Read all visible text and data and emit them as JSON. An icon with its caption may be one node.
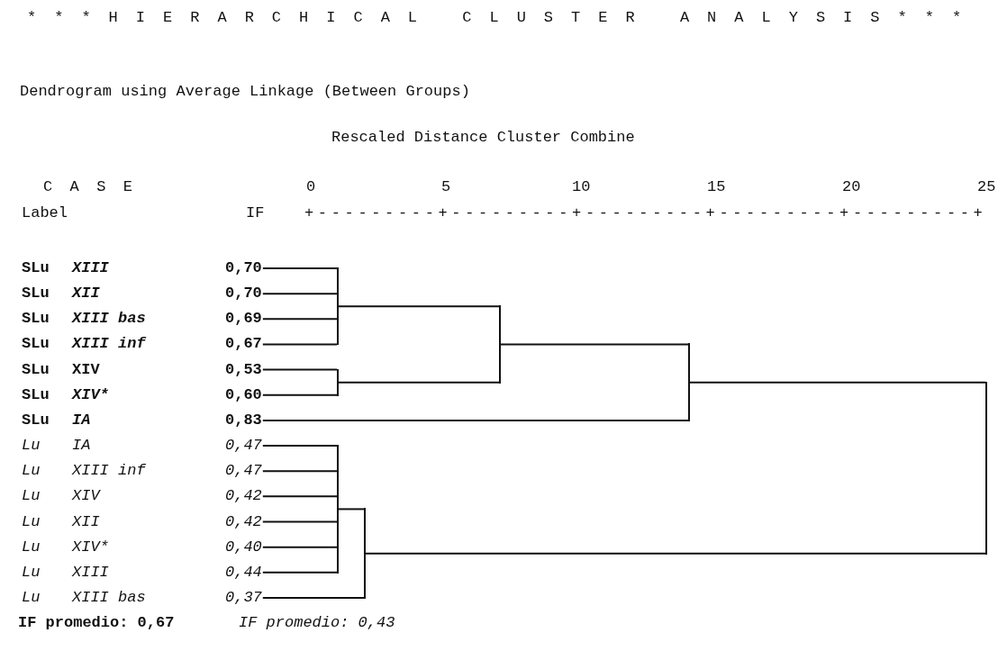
{
  "diagram": {
    "title": "* * * H I E R A R C H I C A L   C L U S T E R   A N A L Y S I S * * *",
    "nodes": [
      {
        "text": [
          "SLu",
          "XIII",
          "0,70"
        ]
      },
      {
        "text": [
          "SLu",
          "XII",
          "0,70"
        ]
      },
      {
        "text": [
          "SLu",
          "XIII bas",
          "0,69"
        ]
      },
      {
        "text": [
          "SLu",
          "XIII inf",
          "0,67"
        ]
      },
      {
        "text": [
          "SLu",
          "XIV",
          "0,53"
        ]
      },
      {
        "text": [
          "SLu",
          "XIV*",
          "0,60"
        ]
      },
      {
        "text": [
          "SLu",
          "IA",
          "0,83"
        ]
      },
      {
        "text": [
          "Lu",
          "IA",
          "0,47"
        ]
      },
      {
        "text": [
          "Lu",
          "XIII inf",
          "0,47"
        ]
      },
      {
        "text": [
          "Lu",
          "XIV",
          "0,42"
        ]
      },
      {
        "text": [
          "Lu",
          "XII",
          "0,42"
        ]
      },
      {
        "text": [
          "Lu",
          "XIV*",
          "0,40"
        ]
      },
      {
        "text": [
          "Lu",
          "XIII",
          "0,44"
        ]
      },
      {
        "text": [
          "Lu",
          "XIII bas",
          "0,37"
        ]
      },
      {
        "text": [],
        "shape": "bar"
      },
      {
        "text": [],
        "shape": "bar"
      },
      {
        "text": [],
        "shape": "bar"
      },
      {
        "text": [],
        "shape": "bar"
      },
      {
        "text": [],
        "shape": "bar"
      },
      {
        "text": [],
        "shape": "bar"
      },
      {
        "text": [],
        "shape": "bar"
      }
    ],
    "edges": [
      {
        "from": 0,
        "to": 14,
        "arrow": "none"
      },
      {
        "from": 1,
        "to": 14,
        "arrow": "none"
      },
      {
        "from": 2,
        "to": 14,
        "arrow": "none"
      },
      {
        "from": 3,
        "to": 14,
        "arrow": "none"
      },
      {
        "from": 4,
        "to": 15,
        "arrow": "none"
      },
      {
        "from": 5,
        "to": 15,
        "arrow": "none"
      },
      {
        "from": 14,
        "to": 16,
        "arrow": "none"
      },
      {
        "from": 15,
        "to": 16,
        "arrow": "none"
      },
      {
        "from": 16,
        "to": 17,
        "arrow": "none"
      },
      {
        "from": 6,
        "to": 17,
        "arrow": "none"
      },
      {
        "from": 7,
        "to": 18,
        "arrow": "none"
      },
      {
        "from": 8,
        "to": 18,
        "arrow": "none"
      },
      {
        "from": 9,
        "to": 18,
        "arrow": "none"
      },
      {
        "from": 10,
        "to": 18,
        "arrow": "none"
      },
      {
        "from": 11,
        "to": 18,
        "arrow": "none"
      },
      {
        "from": 12,
        "to": 18,
        "arrow": "none"
      },
      {
        "from": 18,
        "to": 19,
        "arrow": "none"
      },
      {
        "from": 13,
        "to": 19,
        "arrow": "none"
      },
      {
        "from": 17,
        "to": 20,
        "arrow": "none"
      },
      {
        "from": 19,
        "to": 20,
        "arrow": "none"
      }
    ],
    "labels": [
      "Dendrogram using Average Linkage (Between Groups)",
      "Rescaled Distance Cluster Combine",
      "C A S E",
      "0",
      "5",
      "10",
      "15",
      "20",
      "25",
      "Label",
      "IF",
      "+---------+---------+---------+---------+---------+",
      "IF promedio: 0,67",
      "IF promedio: 0,43"
    ]
  }
}
